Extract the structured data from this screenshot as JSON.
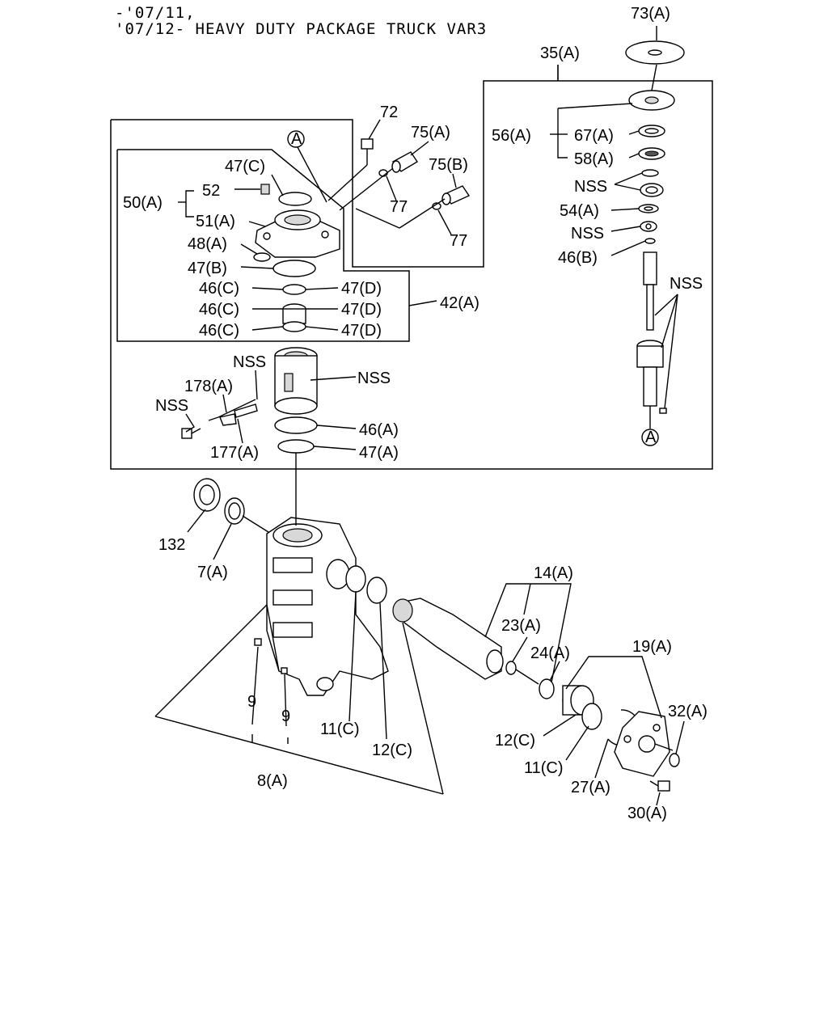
{
  "header": {
    "line1": "-'07/11,",
    "line2": "'07/12- HEAVY DUTY PACKAGE TRUCK VAR3"
  },
  "callouts": {
    "c73A": "73(A)",
    "c35A": "35(A)",
    "c72": "72",
    "c75A": "75(A)",
    "c75B": "75(B)",
    "c77a": "77",
    "c77b": "77",
    "c56A": "56(A)",
    "c67A": "67(A)",
    "c58A": "58(A)",
    "cNSS1": "NSS",
    "c54A": "54(A)",
    "cNSS2": "NSS",
    "c46B": "46(B)",
    "cNSS3": "NSS",
    "cRefA1": "A",
    "cRefA2": "A",
    "c47C": "47(C)",
    "c52": "52",
    "c50A": "50(A)",
    "c51A": "51(A)",
    "c48A": "48(A)",
    "c47B": "47(B)",
    "c46C1": "46(C)",
    "c46C2": "46(C)",
    "c46C3": "46(C)",
    "c47D1": "47(D)",
    "c47D2": "47(D)",
    "c47D3": "47(D)",
    "c42A": "42(A)",
    "cNSS4": "NSS",
    "cNSS5": "NSS",
    "c178A": "178(A)",
    "cNSS6": "NSS",
    "c46A": "46(A)",
    "c177A": "177(A)",
    "c47A": "47(A)",
    "c132": "132",
    "c7A": "7(A)",
    "c14A": "14(A)",
    "c23A": "23(A)",
    "c24A": "24(A)",
    "c19A": "19(A)",
    "c32A": "32(A)",
    "c9a": "9",
    "c9b": "9",
    "c11C1": "11(C)",
    "c12C1": "12(C)",
    "c12C2": "12(C)",
    "c11C2": "11(C)",
    "c27A": "27(A)",
    "c30A": "30(A)",
    "c8A": "8(A)"
  }
}
